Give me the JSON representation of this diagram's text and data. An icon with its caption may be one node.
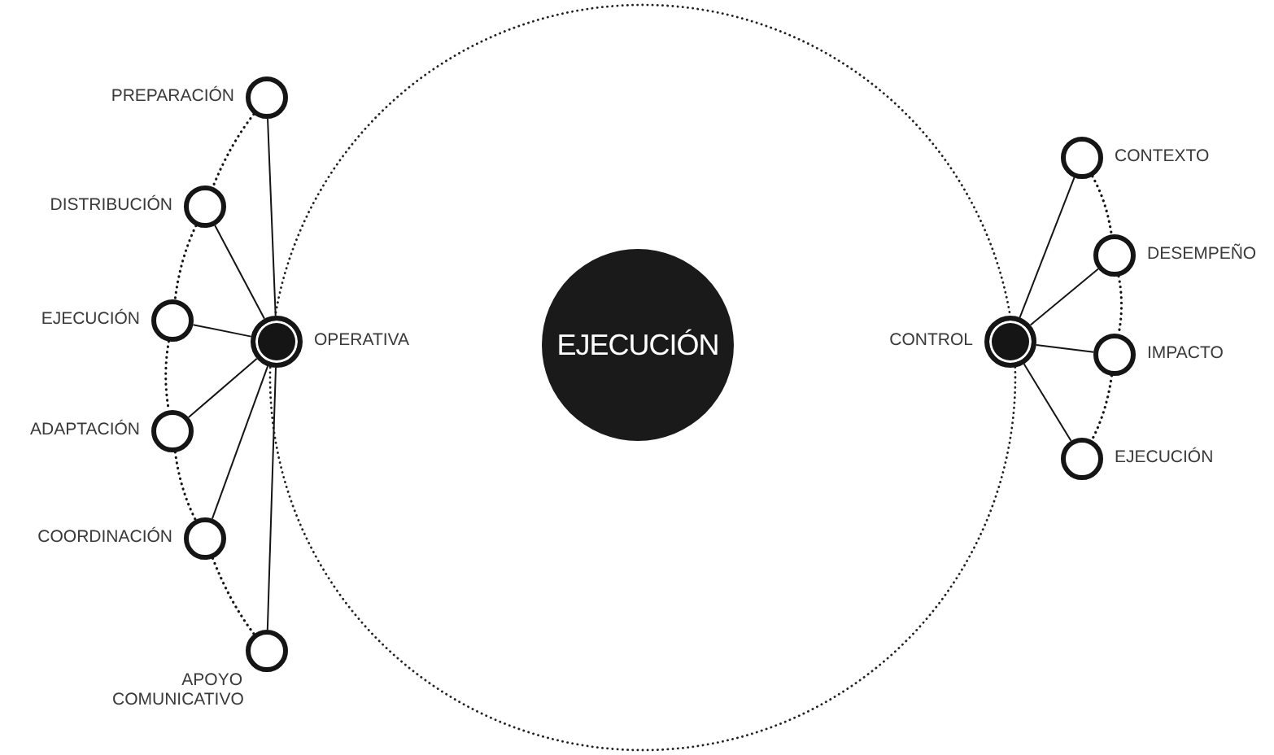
{
  "diagram": {
    "nodes": [
      {
        "text": [],
        "shape": "circle",
        "beside": [
          "OPERATIVA"
        ]
      },
      {
        "text": [],
        "shape": "circle",
        "beside": [
          "PREPARACIÓN"
        ]
      },
      {
        "text": [],
        "shape": "circle",
        "beside": [
          "DISTRIBUCIÓN"
        ]
      },
      {
        "text": [],
        "shape": "circle",
        "beside": [
          "EJECUCIÓN"
        ]
      },
      {
        "text": [],
        "shape": "circle",
        "beside": [
          "ADAPTACIÓN"
        ]
      },
      {
        "text": [],
        "shape": "circle",
        "beside": [
          "COORDINACIÓN"
        ]
      },
      {
        "text": [],
        "shape": "circle",
        "beside": [
          "APOYO COMUNICATIVO"
        ]
      },
      {
        "text": [
          "EJECUCIÓN"
        ]
      },
      {
        "text": [],
        "shape": "circle",
        "beside": [
          "CONTROL"
        ]
      },
      {
        "text": [],
        "shape": "circle",
        "beside": [
          "CONTEXTO"
        ]
      },
      {
        "text": [],
        "shape": "circle",
        "beside": [
          "DESEMPEÑO"
        ]
      },
      {
        "text": [],
        "shape": "circle",
        "beside": [
          "IMPACTO"
        ]
      },
      {
        "text": [],
        "shape": "circle",
        "beside": [
          "EJECUCIÓN"
        ]
      }
    ],
    "edges": [
      {
        "from": 0,
        "to": 1,
        "arrow": "none"
      },
      {
        "from": 0,
        "to": 2,
        "arrow": "none"
      },
      {
        "from": 0,
        "to": 3,
        "arrow": "none"
      },
      {
        "from": 0,
        "to": 4,
        "arrow": "none"
      },
      {
        "from": 0,
        "to": 5,
        "arrow": "none"
      },
      {
        "from": 0,
        "to": 6,
        "arrow": "none"
      },
      {
        "from": 1,
        "to": 2,
        "arrow": "none",
        "style": "dashed"
      },
      {
        "from": 2,
        "to": 3,
        "arrow": "none",
        "style": "dashed"
      },
      {
        "from": 3,
        "to": 4,
        "arrow": "none",
        "style": "dashed"
      },
      {
        "from": 4,
        "to": 5,
        "arrow": "none",
        "style": "dashed"
      },
      {
        "from": 5,
        "to": 6,
        "arrow": "none",
        "style": "dashed"
      },
      {
        "from": 8,
        "to": 9,
        "arrow": "none"
      },
      {
        "from": 8,
        "to": 10,
        "arrow": "none"
      },
      {
        "from": 8,
        "to": 11,
        "arrow": "none"
      },
      {
        "from": 8,
        "to": 12,
        "arrow": "none"
      },
      {
        "from": 9,
        "to": 10,
        "arrow": "none",
        "style": "dashed"
      },
      {
        "from": 10,
        "to": 11,
        "arrow": "none",
        "style": "dashed"
      },
      {
        "from": 11,
        "to": 12,
        "arrow": "none",
        "style": "dashed"
      }
    ]
  }
}
